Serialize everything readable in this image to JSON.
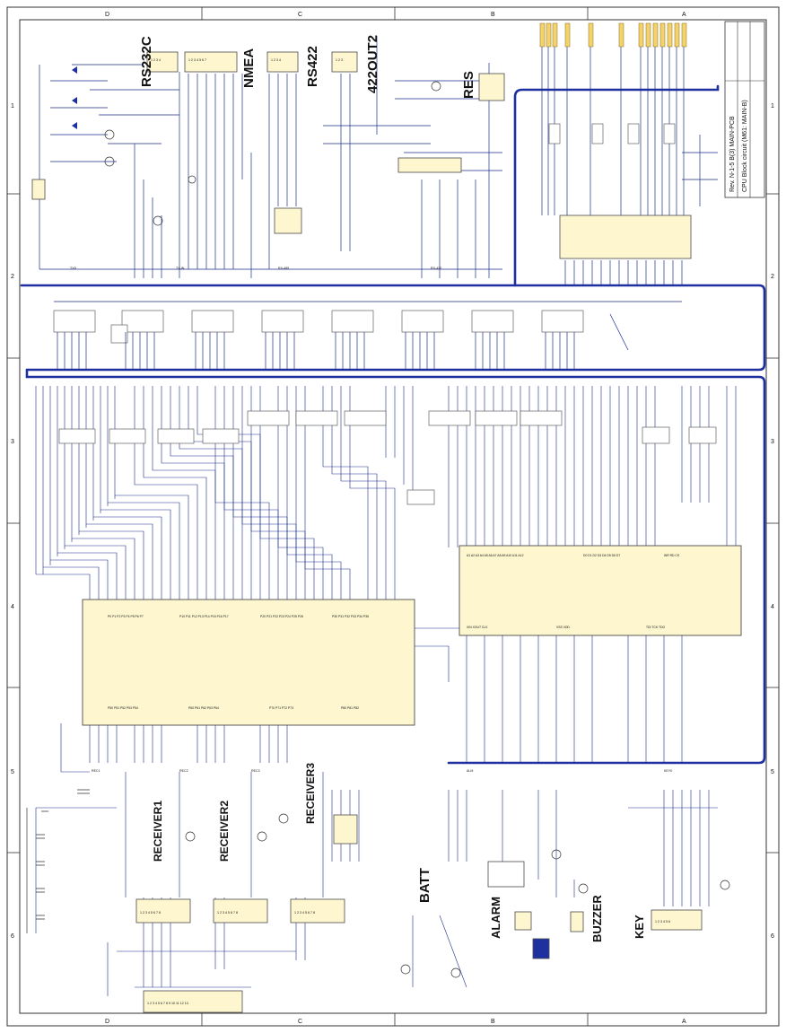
{
  "labels": {
    "rs232c": "RS232C",
    "nmea": "NMEA",
    "rs422": "RS422",
    "out422": "422OUT2",
    "res": "RES",
    "receiver1": "RECEIVER1",
    "receiver2": "RECEIVER2",
    "receiver3": "RECEIVER3",
    "batt": "BATT",
    "alarm": "ALARM",
    "buzzer": "BUZZER",
    "key": "KEY"
  },
  "title_block": {
    "title": "CPU Block circuit (M61: MAIN-B)",
    "board": "Rev. N-1-5 B(3) MAIN-PCB"
  },
  "frame_letters": [
    "A",
    "B",
    "C",
    "D"
  ],
  "frame_numbers": [
    "1",
    "2",
    "3",
    "4",
    "5",
    "6"
  ],
  "colors": {
    "wire": "#1c2f8c",
    "bus": "#1e2fa0",
    "chip_fill": "#fdf6cf",
    "chip_stroke": "#4a4a4a",
    "tag_fill": "#f3d36b",
    "net_red": "#b3261e",
    "text": "#111111"
  }
}
